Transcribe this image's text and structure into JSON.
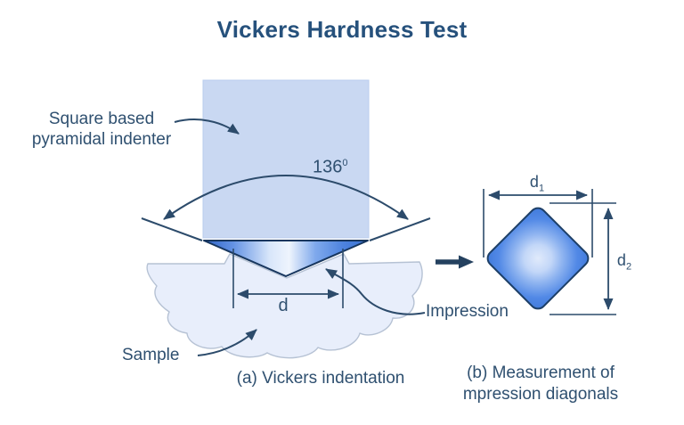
{
  "title": "Vickers Hardness Test",
  "figure_a": {
    "indenter_label_line1": "Square based",
    "indenter_label_line2": "pyramidal indenter",
    "angle_value": "136",
    "angle_superscript": "0",
    "d_label": "d",
    "impression_label": "Impression",
    "sample_label": "Sample",
    "caption": "(a) Vickers indentation"
  },
  "figure_b": {
    "d1_base": "d",
    "d1_sub": "1",
    "d2_base": "d",
    "d2_sub": "2",
    "caption_line1": "(b) Measurement of",
    "caption_line2": "mpression diagonals"
  },
  "colors": {
    "title_ink": "#26517c",
    "label_ink": "#2f5070",
    "line_ink": "#2c4b6b",
    "bold_arrow": "#24415f",
    "indenter_fill": "#c9d8f2",
    "impression_blue": "#3c77d8",
    "impression_highlight": "#eef4fd",
    "sample_fill": "#e8eefb",
    "sample_outline": "#b6c2d4"
  }
}
